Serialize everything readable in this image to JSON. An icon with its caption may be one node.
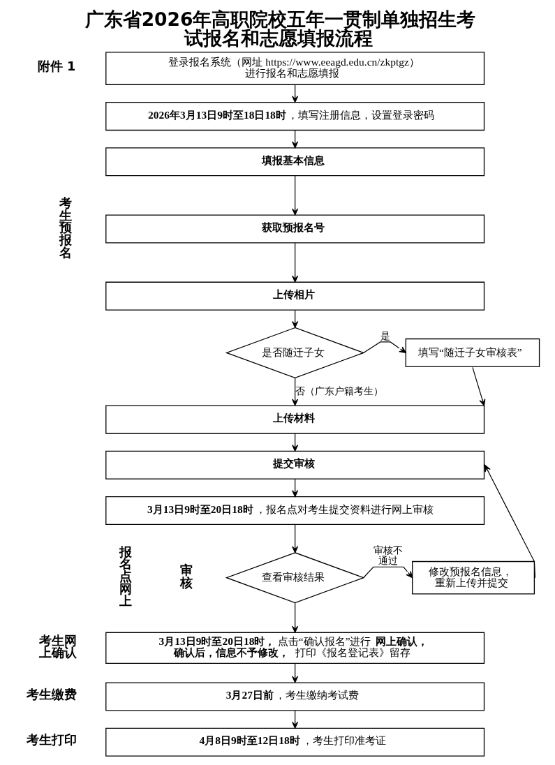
{
  "diagram": {
    "title": "广东省2026年高职院校五年一贯制单独招生考试报名和志愿填报流程",
    "nodes": [
      {
        "text": [
          "登录报名系统（网址 https://www.eeagd.edu.cn/zkptgz）进行报名和志愿填报"
        ]
      },
      {
        "text": [
          "**2026年3月13日9时至18日18时**，填写注册信息，设置登录密码"
        ]
      },
      {
        "text": [
          "填报基本信息"
        ]
      },
      {
        "text": [
          "获取预报名号"
        ]
      },
      {
        "text": [
          "上传相片"
        ]
      },
      {
        "text": [
          "是否随迁子女"
        ]
      },
      {
        "text": [
          "填写“随迁子女审核表”"
        ]
      },
      {
        "text": [
          "上传材料"
        ]
      },
      {
        "text": [
          "提交审核"
        ]
      },
      {
        "text": [
          "**3月13日9时至20日18时**，报名点对考生提交资料进行网上审核"
        ]
      },
      {
        "text": [
          "查看审核结果"
        ]
      },
      {
        "text": [
          "修改预报名信息，重新上传并提交"
        ]
      },
      {
        "text": [
          "**3月13日9时至20日18时，**点击“确认报名”进行**网上确认，确认后，信息不予修改，**打印《报名登记表》留存"
        ]
      },
      {
        "text": [
          "**3月27日前**，考生缴纳考试费"
        ]
      },
      {
        "text": [
          "**4月8日9时至12日18时**，考生打印准考证"
        ]
      }
    ],
    "edges": [
      {
        "from": 0,
        "to": 1,
        "arrow": "to"
      },
      {
        "from": 1,
        "to": 2,
        "arrow": "to"
      },
      {
        "from": 2,
        "to": 3,
        "arrow": "to"
      },
      {
        "from": 3,
        "to": 4,
        "arrow": "to"
      },
      {
        "from": 4,
        "to": 5,
        "arrow": "to"
      },
      {
        "from": 5,
        "to": 6,
        "arrow": "to",
        "label": "是"
      },
      {
        "from": 5,
        "to": 7,
        "arrow": "to",
        "label": "否（广东户籍考生）"
      },
      {
        "from": 6,
        "to": 7,
        "arrow": "to"
      },
      {
        "from": 7,
        "to": 8,
        "arrow": "to"
      },
      {
        "from": 8,
        "to": 9,
        "arrow": "to"
      },
      {
        "from": 9,
        "to": 10,
        "arrow": "to"
      },
      {
        "from": 10,
        "to": 11,
        "arrow": "to",
        "label": "审核不通过"
      },
      {
        "from": 11,
        "to": 8,
        "arrow": "to"
      },
      {
        "from": 10,
        "to": 12,
        "arrow": "to"
      },
      {
        "from": 12,
        "to": 13,
        "arrow": "to"
      },
      {
        "from": 13,
        "to": 14,
        "arrow": "to"
      }
    ],
    "labels": [
      "附件 1",
      "考生预报名",
      "报名点网上",
      "审核",
      "考生网上确认",
      "考生缴费",
      "考生打印"
    ]
  }
}
